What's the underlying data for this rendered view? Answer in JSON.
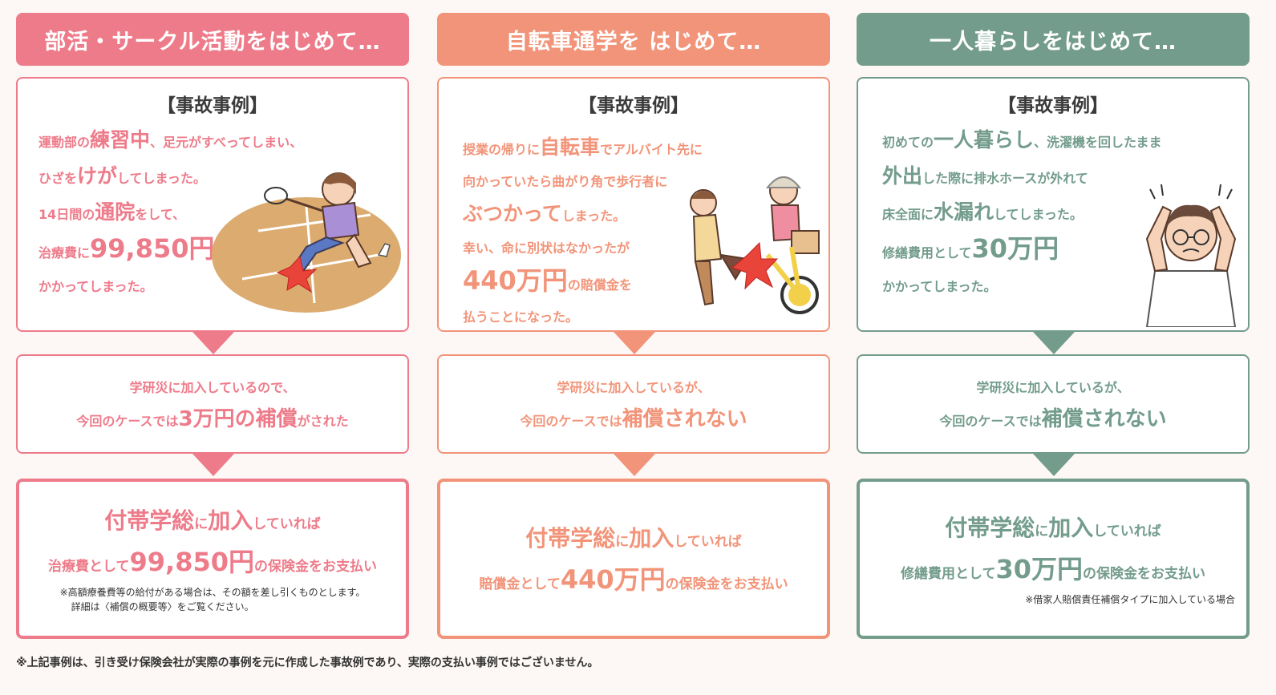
{
  "columns": [
    {
      "header": "部活・サークル活動をはじめて…",
      "case_title": "【事故事例】",
      "case": {
        "l1a": "運動部の",
        "l1b": "練習中",
        "l1c": "、足元がすべってしまい、",
        "l2a": "ひざを",
        "l2b": "けが",
        "l2c": "してしまった。",
        "l3a": "14日間の",
        "l3b": "通院",
        "l3c": "をして、",
        "l4a": "治療費に",
        "l4b": "99,850円",
        "l5": "かかってしまった。"
      },
      "middle": {
        "line1": "学研災に加入しているので、",
        "l2a": "今回のケースでは",
        "l2b": "3万円の補償",
        "l2c": "がされた"
      },
      "result": {
        "l1a": "付帯学総",
        "l1b": "に",
        "l1c": "加入",
        "l1d": "していれば",
        "l2a": "治療費として",
        "l2b": "99,850円",
        "l2c": "の保険金をお支払い",
        "note1": "※高額療養費等の給付がある場合は、その額を差し引くものとします。",
        "note2": "詳細は〈補償の概要等〉をご覧ください。"
      }
    },
    {
      "header": "自転車通学を はじめて…",
      "case_title": "【事故事例】",
      "case": {
        "l1a": "授業の帰りに",
        "l1b": "自転車",
        "l1c": "でアルバイト先に",
        "l2": "向かっていたら曲がり角で歩行者に",
        "l3a": "ぶつかって",
        "l3b": "しまった。",
        "l4": "幸い、命に別状はなかったが",
        "l5a": "440万円",
        "l5b": "の賠償金を",
        "l6": "払うことになった。"
      },
      "middle": {
        "line1": "学研災に加入しているが、",
        "l2a": "今回のケースでは",
        "l2b": "補償されない"
      },
      "result": {
        "l1a": "付帯学総",
        "l1b": "に",
        "l1c": "加入",
        "l1d": "していれば",
        "l2a": "賠償金として",
        "l2b": "440万円",
        "l2c": "の保険金をお支払い"
      }
    },
    {
      "header": "一人暮らしをはじめて…",
      "case_title": "【事故事例】",
      "case": {
        "l1a": "初めての",
        "l1b": "一人暮らし",
        "l1c": "、洗濯機を回したまま",
        "l2a": "外出",
        "l2b": "した際に排水ホースが外れて",
        "l3a": "床全面に",
        "l3b": "水漏れ",
        "l3c": "してしまった。",
        "l4a": "修繕費用として",
        "l4b": "30万円",
        "l5": "かかってしまった。"
      },
      "middle": {
        "line1": "学研災に加入しているが、",
        "l2a": "今回のケースでは",
        "l2b": "補償されない"
      },
      "result": {
        "l1a": "付帯学総",
        "l1b": "に",
        "l1c": "加入",
        "l1d": "していれば",
        "l2a": "修繕費用として",
        "l2b": "30万円",
        "l2c": "の保険金をお支払い",
        "note1": "※借家人賠償責任補償タイプに加入している場合"
      }
    }
  ],
  "footer": "※上記事例は、引き受け保険会社が実際の事例を元に作成した事故例であり、実際の支払い事例ではございません。",
  "colors": {
    "pink": "#ee7b8a",
    "salmon": "#f29479",
    "green": "#739c8c"
  }
}
